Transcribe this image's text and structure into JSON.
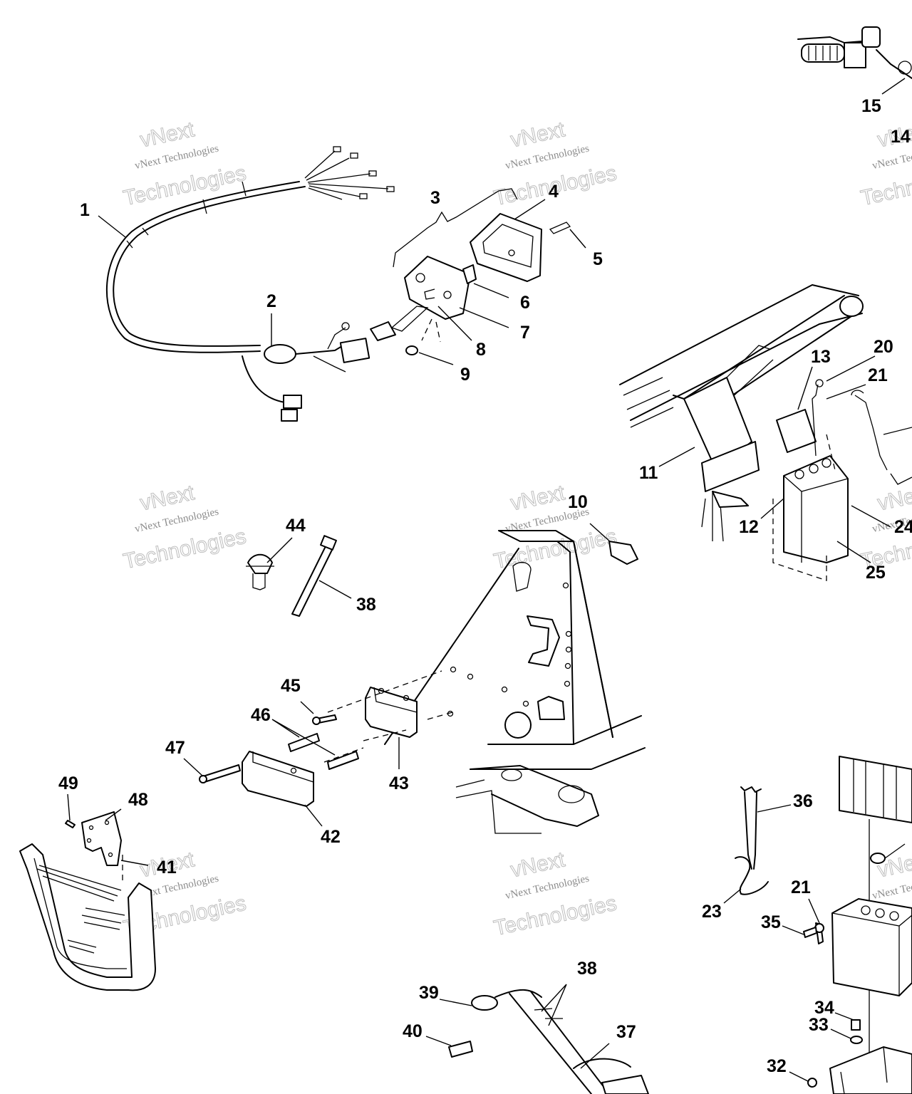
{
  "watermark": {
    "line1": "vNext",
    "line2": "vNext Technologies",
    "line3": "Technologies"
  },
  "callouts": [
    {
      "id": "c1",
      "label": "1"
    },
    {
      "id": "c2",
      "label": "2"
    },
    {
      "id": "c3",
      "label": "3"
    },
    {
      "id": "c4",
      "label": "4"
    },
    {
      "id": "c5",
      "label": "5"
    },
    {
      "id": "c6",
      "label": "6"
    },
    {
      "id": "c7",
      "label": "7"
    },
    {
      "id": "c8",
      "label": "8"
    },
    {
      "id": "c9",
      "label": "9"
    },
    {
      "id": "c10",
      "label": "10"
    },
    {
      "id": "c11",
      "label": "11"
    },
    {
      "id": "c12",
      "label": "12"
    },
    {
      "id": "c13",
      "label": "13"
    },
    {
      "id": "c14",
      "label": "14"
    },
    {
      "id": "c15",
      "label": "15"
    },
    {
      "id": "c20",
      "label": "20"
    },
    {
      "id": "c21a",
      "label": "21"
    },
    {
      "id": "c21b",
      "label": "21"
    },
    {
      "id": "c23",
      "label": "23"
    },
    {
      "id": "c24",
      "label": "24"
    },
    {
      "id": "c25",
      "label": "25"
    },
    {
      "id": "c32",
      "label": "32"
    },
    {
      "id": "c33",
      "label": "33"
    },
    {
      "id": "c34",
      "label": "34"
    },
    {
      "id": "c35",
      "label": "35"
    },
    {
      "id": "c36",
      "label": "36"
    },
    {
      "id": "c37",
      "label": "37"
    },
    {
      "id": "c38a",
      "label": "38"
    },
    {
      "id": "c38b",
      "label": "38"
    },
    {
      "id": "c39",
      "label": "39"
    },
    {
      "id": "c40",
      "label": "40"
    },
    {
      "id": "c41",
      "label": "41"
    },
    {
      "id": "c42",
      "label": "42"
    },
    {
      "id": "c43",
      "label": "43"
    },
    {
      "id": "c44",
      "label": "44"
    },
    {
      "id": "c45",
      "label": "45"
    },
    {
      "id": "c46",
      "label": "46"
    },
    {
      "id": "c47",
      "label": "47"
    },
    {
      "id": "c48",
      "label": "48"
    },
    {
      "id": "c49",
      "label": "49"
    }
  ]
}
